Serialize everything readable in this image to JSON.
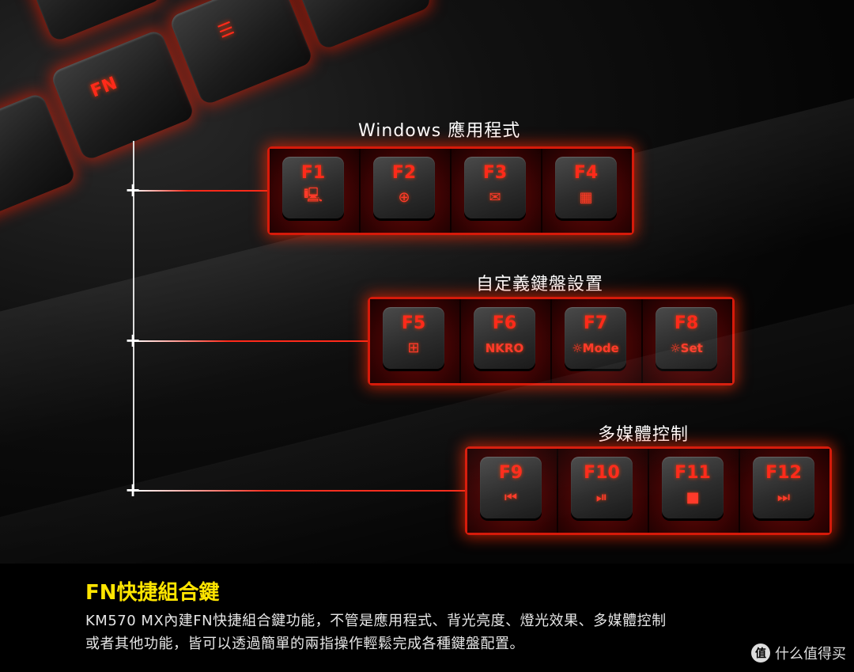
{
  "keyboard_keys": {
    "fn_label": "FN",
    "menu_label": "☰"
  },
  "groups": [
    {
      "title": "Windows 應用程式",
      "keys": [
        {
          "name": "F1",
          "icon": "computer-icon",
          "glyph": "🖳"
        },
        {
          "name": "F2",
          "icon": "globe-icon",
          "glyph": "⊕"
        },
        {
          "name": "F3",
          "icon": "mail-icon",
          "glyph": "✉"
        },
        {
          "name": "F4",
          "icon": "calculator-icon",
          "glyph": "▦"
        }
      ]
    },
    {
      "title": "自定義鍵盤設置",
      "keys": [
        {
          "name": "F5",
          "icon": "window-lock-icon",
          "glyph": "⊞"
        },
        {
          "name": "F6",
          "text": "NKRO"
        },
        {
          "name": "F7",
          "icon": "sun-icon",
          "glyph": "☼",
          "text": "Mode"
        },
        {
          "name": "F8",
          "icon": "sun-icon",
          "glyph": "☼",
          "text": "Set"
        }
      ]
    },
    {
      "title": "多媒體控制",
      "keys": [
        {
          "name": "F9",
          "icon": "previous-track-icon",
          "glyph": "⏮"
        },
        {
          "name": "F10",
          "icon": "play-pause-icon",
          "glyph": "⏯"
        },
        {
          "name": "F11",
          "icon": "stop-icon",
          "glyph": "■"
        },
        {
          "name": "F12",
          "icon": "next-track-icon",
          "glyph": "⏭"
        }
      ]
    }
  ],
  "colors": {
    "accent_red": "#ff2a1a",
    "heading_yellow": "#ffe500"
  },
  "footer": {
    "heading": "FN快捷組合鍵",
    "line1": "KM570 MX內建FN快捷組合鍵功能，不管是應用程式、背光亮度、燈光效果、多媒體控制",
    "line2": "或者其他功能，皆可以透過簡單的兩指操作輕鬆完成各種鍵盤配置。"
  },
  "watermark": {
    "logo_text": "值",
    "text": "什么值得买"
  }
}
